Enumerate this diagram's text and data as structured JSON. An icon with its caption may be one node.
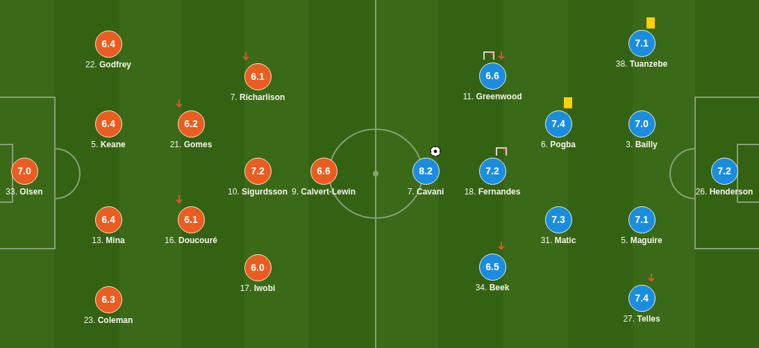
{
  "diagram": {
    "nodes": [
      {
        "text": [
          "7.0"
        ],
        "beside": [
          "33. **Olsen**"
        ]
      },
      {
        "text": [
          "6.4"
        ],
        "beside": [
          "22. **Godfrey**"
        ]
      },
      {
        "text": [
          "6.4"
        ],
        "beside": [
          "5. **Keane**"
        ]
      },
      {
        "text": [
          "6.4"
        ],
        "beside": [
          "13. **Mina**"
        ]
      },
      {
        "text": [
          "6.3"
        ],
        "beside": [
          "23. **Coleman**"
        ]
      },
      {
        "text": [
          "6.2"
        ],
        "beside": [
          "21. **Gomes**"
        ]
      },
      {
        "text": [
          "6.1"
        ],
        "beside": [
          "16. **Doucouré**"
        ]
      },
      {
        "text": [
          "6.1"
        ],
        "beside": [
          "7. **Richarlison**"
        ]
      },
      {
        "text": [
          "7.2"
        ],
        "beside": [
          "10. **Sigurdsson**"
        ]
      },
      {
        "text": [
          "6.0"
        ],
        "beside": [
          "17. **Iwobi**"
        ]
      },
      {
        "text": [
          "6.6"
        ],
        "beside": [
          "9. **Calvert-Lewin**"
        ]
      },
      {
        "text": [
          "8.2"
        ],
        "beside": [
          "7. **Cavani**"
        ]
      },
      {
        "text": [
          "6.6"
        ],
        "beside": [
          "11. **Greenwood**"
        ]
      },
      {
        "text": [
          "7.2"
        ],
        "beside": [
          "18. **Fernandes**"
        ]
      },
      {
        "text": [
          "6.5"
        ],
        "beside": [
          "34. **Beek**"
        ]
      },
      {
        "text": [
          "7.4"
        ],
        "beside": [
          "6. **Pogba**"
        ]
      },
      {
        "text": [
          "7.3"
        ],
        "beside": [
          "31. **Matic**"
        ]
      },
      {
        "text": [
          "7.1"
        ],
        "beside": [
          "38. **Tuanzebe**"
        ]
      },
      {
        "text": [
          "7.0"
        ],
        "beside": [
          "3. **Bailly**"
        ]
      },
      {
        "text": [
          "7.1"
        ],
        "beside": [
          "5. **Maguire**"
        ]
      },
      {
        "text": [
          "7.4"
        ],
        "beside": [
          "27. **Telles**"
        ]
      },
      {
        "text": [
          "7.2"
        ],
        "beside": [
          "26. **Henderson**"
        ]
      }
    ]
  }
}
